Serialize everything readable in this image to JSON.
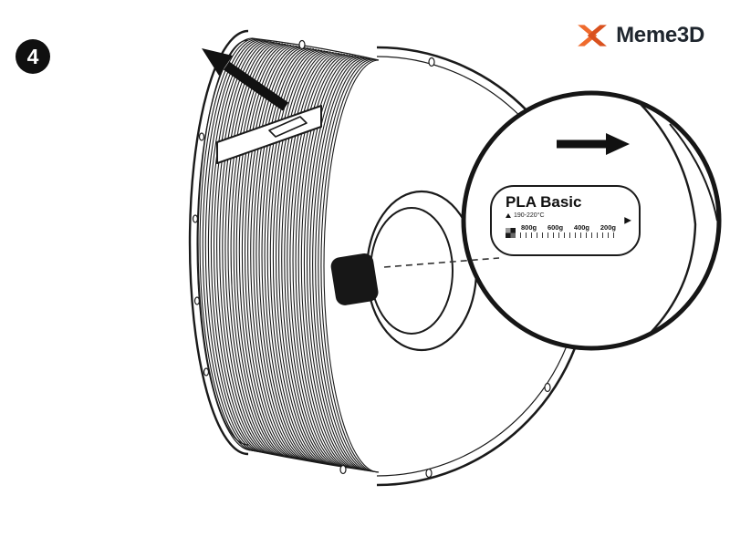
{
  "step_badge": {
    "number": "4"
  },
  "brand": {
    "name": "Meme3D"
  },
  "colors": {
    "ink": "#1a1a1a",
    "brand_orange": "#ef6b2d",
    "brand_orange_dark": "#d9511e"
  },
  "magnified_label": {
    "title": "PLA Basic",
    "temperature_range": "190-220°C",
    "pointer_glyph": "▶",
    "weight_marks": [
      "800g",
      "600g",
      "400g",
      "200g"
    ]
  },
  "icons": {
    "step_badge": "numbered-step-circle",
    "brand_logo": "orange-x-mark",
    "pull_direction": "arrow-up-left",
    "label_direction": "arrow-right",
    "temperature": "nozzle-icon",
    "scale_brand": "brand-mark-checker"
  }
}
